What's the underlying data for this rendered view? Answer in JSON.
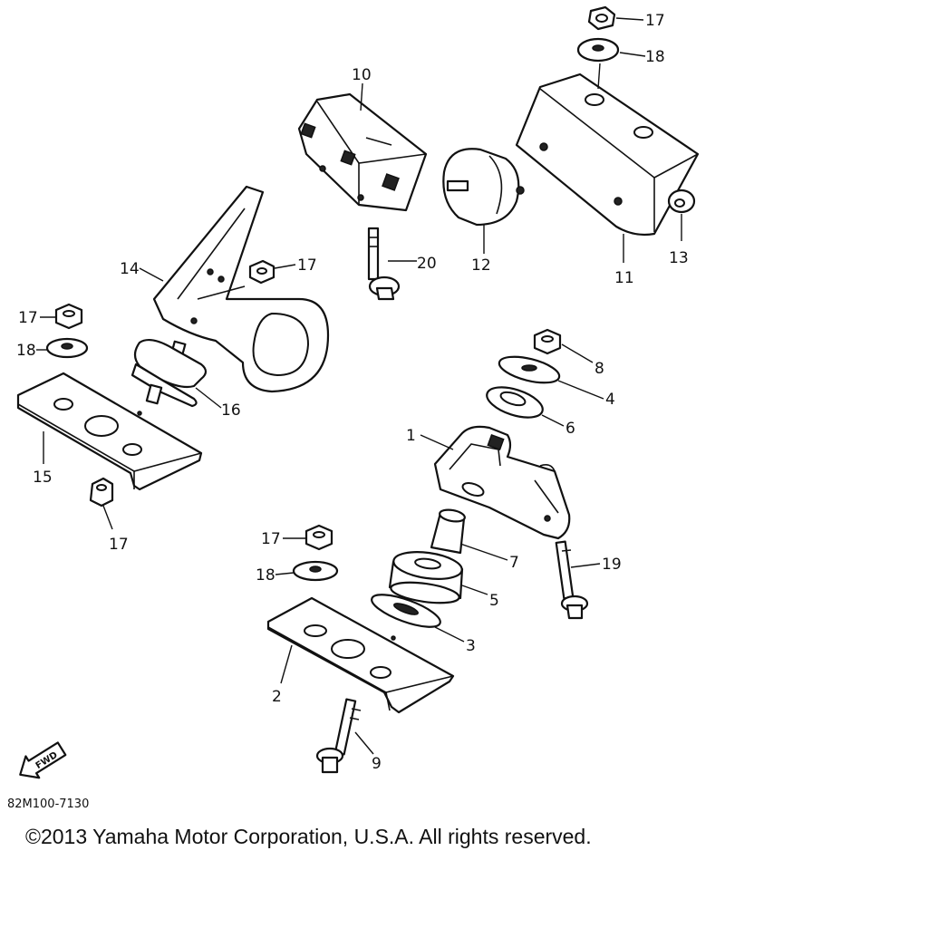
{
  "callouts": {
    "c1": "1",
    "c2": "2",
    "c3": "3",
    "c4": "4",
    "c5": "5",
    "c6": "6",
    "c7": "7",
    "c8": "8",
    "c9": "9",
    "c10": "10",
    "c11": "11",
    "c12": "12",
    "c13": "13",
    "c14": "14",
    "c15": "15",
    "c16": "16",
    "c17": "17",
    "c18": "18",
    "c19": "19",
    "c20": "20"
  },
  "fwd_label": "FWD",
  "doc_id": "82M100-7130",
  "copyright": "©2013 Yamaha Motor Corporation, U.S.A. All rights reserved."
}
